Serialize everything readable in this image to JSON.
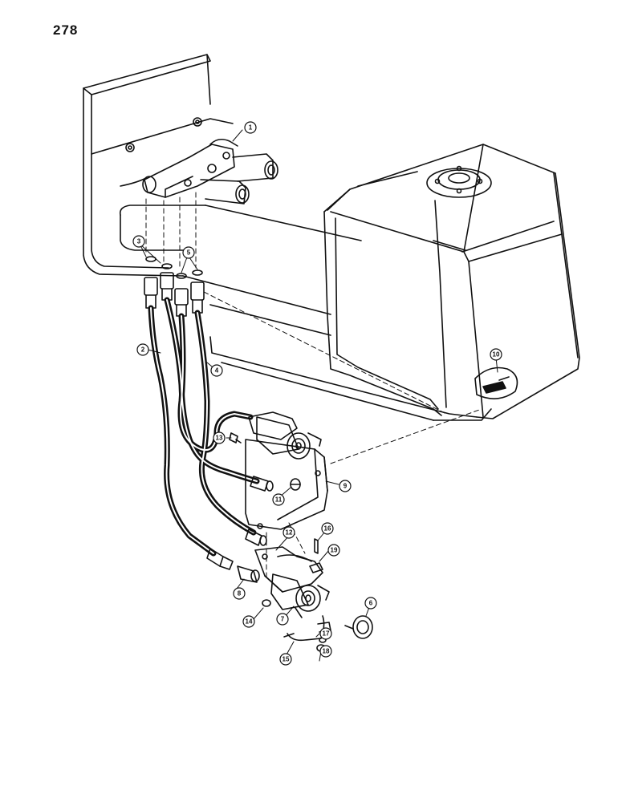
{
  "page": {
    "number": "278"
  },
  "callouts": [
    "1",
    "2",
    "3",
    "4",
    "5",
    "6",
    "7",
    "8",
    "9",
    "10",
    "11",
    "12",
    "13",
    "14",
    "15",
    "16",
    "17",
    "18",
    "19"
  ]
}
